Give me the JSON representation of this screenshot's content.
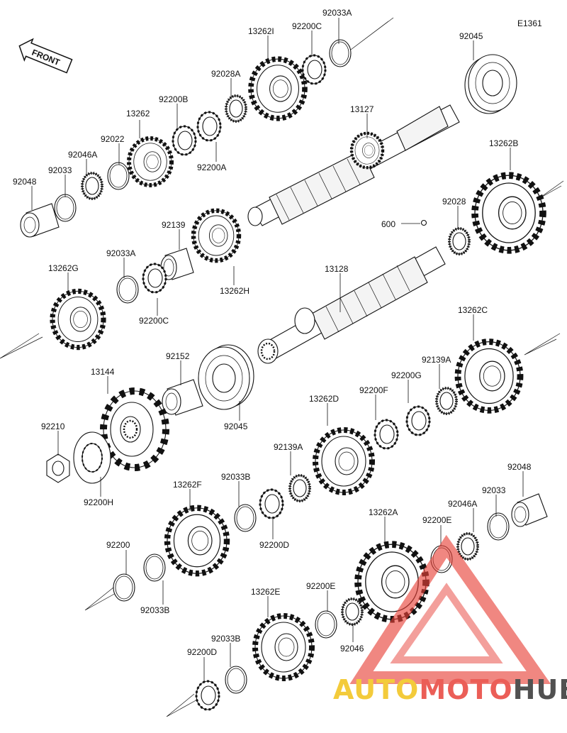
{
  "diagram": {
    "code": "E1361",
    "front_label": "FRONT",
    "labels": [
      {
        "id": "l-92033A-top",
        "text": "92033A"
      },
      {
        "id": "l-13262I",
        "text": "13262I"
      },
      {
        "id": "l-92200C-top",
        "text": "92200C"
      },
      {
        "id": "l-92045-top",
        "text": "92045"
      },
      {
        "id": "l-92028A",
        "text": "92028A"
      },
      {
        "id": "l-92200B",
        "text": "92200B"
      },
      {
        "id": "l-13262",
        "text": "13262"
      },
      {
        "id": "l-92022",
        "text": "92022"
      },
      {
        "id": "l-92046A-top",
        "text": "92046A"
      },
      {
        "id": "l-92033-left",
        "text": "92033"
      },
      {
        "id": "l-92048-left",
        "text": "92048"
      },
      {
        "id": "l-92200A",
        "text": "92200A"
      },
      {
        "id": "l-13127",
        "text": "13127"
      },
      {
        "id": "l-13262B",
        "text": "13262B"
      },
      {
        "id": "l-92028",
        "text": "92028"
      },
      {
        "id": "l-600",
        "text": "600"
      },
      {
        "id": "l-92139",
        "text": "92139"
      },
      {
        "id": "l-92033A-mid",
        "text": "92033A"
      },
      {
        "id": "l-13262G",
        "text": "13262G"
      },
      {
        "id": "l-92200C-mid",
        "text": "92200C"
      },
      {
        "id": "l-13262H",
        "text": "13262H"
      },
      {
        "id": "l-13128",
        "text": "13128"
      },
      {
        "id": "l-13262C",
        "text": "13262C"
      },
      {
        "id": "l-92152",
        "text": "92152"
      },
      {
        "id": "l-13144",
        "text": "13144"
      },
      {
        "id": "l-92139A-right",
        "text": "92139A"
      },
      {
        "id": "l-92200G",
        "text": "92200G"
      },
      {
        "id": "l-92200F",
        "text": "92200F"
      },
      {
        "id": "l-13262D",
        "text": "13262D"
      },
      {
        "id": "l-92210",
        "text": "92210"
      },
      {
        "id": "l-92045-mid",
        "text": "92045"
      },
      {
        "id": "l-92139A-mid",
        "text": "92139A"
      },
      {
        "id": "l-92200H",
        "text": "92200H"
      },
      {
        "id": "l-92048-right",
        "text": "92048"
      },
      {
        "id": "l-13262F",
        "text": "13262F"
      },
      {
        "id": "l-92033B-top",
        "text": "92033B"
      },
      {
        "id": "l-92033-right",
        "text": "92033"
      },
      {
        "id": "l-92046A-right",
        "text": "92046A"
      },
      {
        "id": "l-13262A",
        "text": "13262A"
      },
      {
        "id": "l-92200E-right",
        "text": "92200E"
      },
      {
        "id": "l-92200D-mid",
        "text": "92200D"
      },
      {
        "id": "l-92200",
        "text": "92200"
      },
      {
        "id": "l-92033B-bot",
        "text": "92033B"
      },
      {
        "id": "l-13262E",
        "text": "13262E"
      },
      {
        "id": "l-92200E-low",
        "text": "92200E"
      },
      {
        "id": "l-92046",
        "text": "92046"
      },
      {
        "id": "l-92033B-low",
        "text": "92033B"
      },
      {
        "id": "l-92200D-low",
        "text": "92200D"
      }
    ]
  },
  "watermark": {
    "part1": "AUTO",
    "part2": "MOTO",
    "part3": "HUB",
    "color1": "#f2c21a",
    "color2": "#e8433a",
    "color3": "#333333"
  }
}
